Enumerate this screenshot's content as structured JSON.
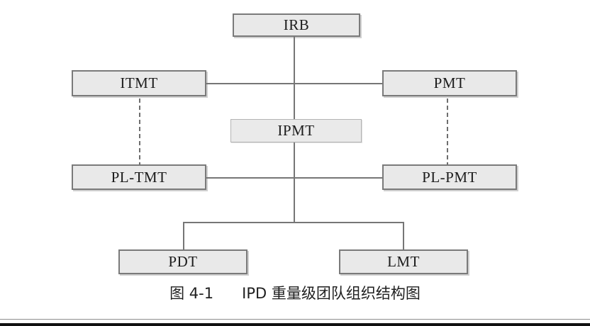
{
  "figure": {
    "caption_label": "图 4-1",
    "caption_title": "IPD 重量级团队组织结构图",
    "caption_full": "图 4-1      IPD 重量级团队组织结构图"
  },
  "colors": {
    "node_fill": "#e9e9e9",
    "node_border": "#7a7a7a",
    "soft_node_border": "#b4b4b4",
    "line": "#767676",
    "text": "#1c1c1c",
    "background": "#ffffff",
    "rule_thin": "#8e8e8e",
    "rule_thick": "#111111"
  },
  "nodes": [
    {
      "id": "irb",
      "label": "IRB",
      "style": "solid"
    },
    {
      "id": "itmt",
      "label": "ITMT",
      "style": "solid"
    },
    {
      "id": "pmt",
      "label": "PMT",
      "style": "solid"
    },
    {
      "id": "ipmt",
      "label": "IPMT",
      "style": "soft"
    },
    {
      "id": "pltmt",
      "label": "PL-TMT",
      "style": "solid"
    },
    {
      "id": "plpmt",
      "label": "PL-PMT",
      "style": "solid"
    },
    {
      "id": "pdt",
      "label": "PDT",
      "style": "solid"
    },
    {
      "id": "lmt",
      "label": "LMT",
      "style": "solid"
    }
  ],
  "connections": [
    {
      "from": "irb",
      "to": "ipmt",
      "type": "solid"
    },
    {
      "from": "itmt",
      "to": "pmt",
      "type": "solid"
    },
    {
      "from": "itmt",
      "to": "pltmt",
      "type": "dashed"
    },
    {
      "from": "pmt",
      "to": "plpmt",
      "type": "dashed"
    },
    {
      "from": "pltmt",
      "to": "plpmt",
      "type": "solid"
    },
    {
      "from": "ipmt",
      "to": "pdt",
      "type": "solid"
    },
    {
      "from": "ipmt",
      "to": "lmt",
      "type": "solid"
    }
  ]
}
